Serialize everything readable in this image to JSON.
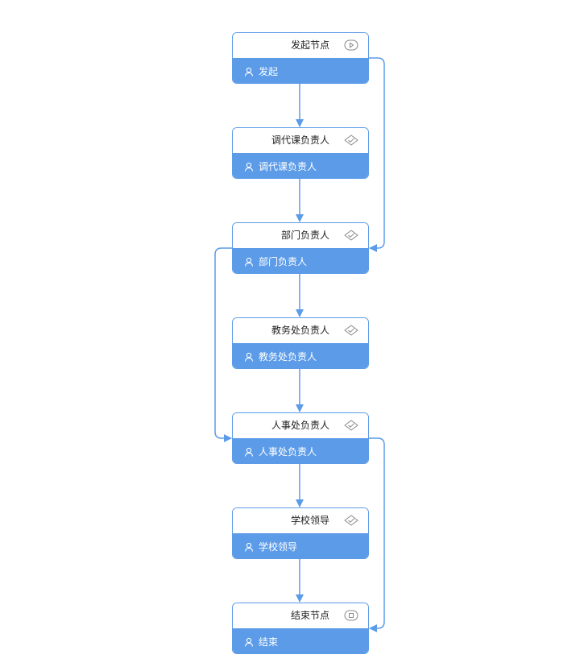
{
  "colors": {
    "accent": "#5b9be8",
    "edge": "#5b9be8",
    "title_text": "#222222",
    "body_text": "#ffffff",
    "icon_gray": "#888888"
  },
  "nodes": [
    {
      "title": "发起节点",
      "assignee": "发起",
      "type_icon": "play-circle-icon"
    },
    {
      "title": "调代课负责人",
      "assignee": "调代课负责人",
      "type_icon": "diamond-icon"
    },
    {
      "title": "部门负责人",
      "assignee": "部门负责人",
      "type_icon": "diamond-icon"
    },
    {
      "title": "教务处负责人",
      "assignee": "教务处负责人",
      "type_icon": "diamond-icon"
    },
    {
      "title": "人事处负责人",
      "assignee": "人事处负责人",
      "type_icon": "diamond-icon"
    },
    {
      "title": "学校领导",
      "assignee": "学校领导",
      "type_icon": "diamond-icon"
    },
    {
      "title": "结束节点",
      "assignee": "结束",
      "type_icon": "stop-circle-icon"
    }
  ],
  "edges": [
    {
      "from": 0,
      "to": 1
    },
    {
      "from": 1,
      "to": 2
    },
    {
      "from": 2,
      "to": 3
    },
    {
      "from": 3,
      "to": 4
    },
    {
      "from": 4,
      "to": 5
    },
    {
      "from": 5,
      "to": 6
    },
    {
      "from": 0,
      "to": 2
    },
    {
      "from": 2,
      "to": 4
    },
    {
      "from": 4,
      "to": 6
    }
  ]
}
